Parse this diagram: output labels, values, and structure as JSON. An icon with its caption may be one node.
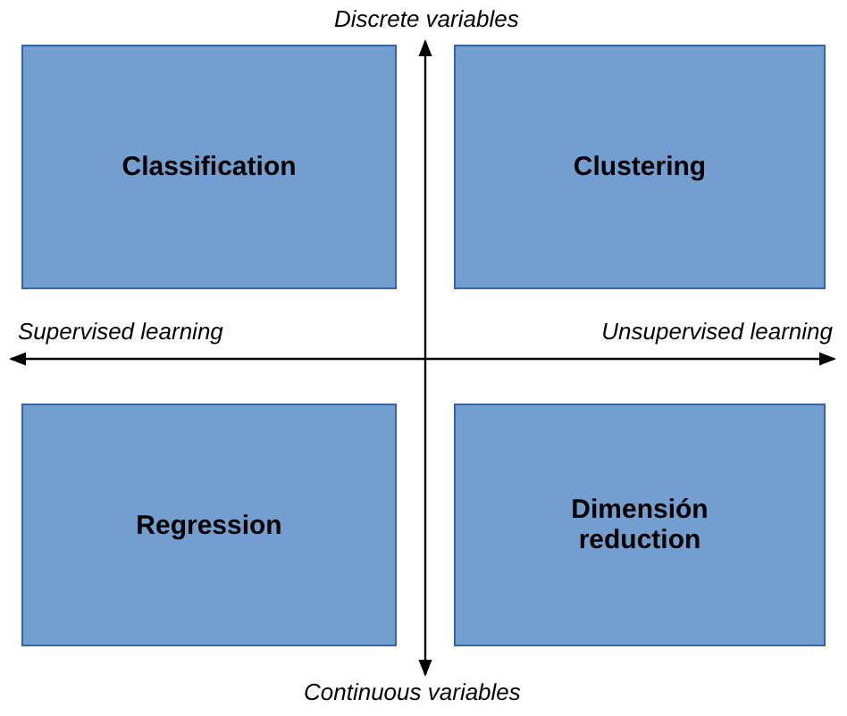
{
  "diagram": {
    "nodes": [
      {
        "text": [
          "Classification"
        ]
      },
      {
        "text": [
          "Clustering"
        ]
      },
      {
        "text": [
          "Regression"
        ]
      },
      {
        "text": [
          "Dimensión reduction"
        ]
      }
    ],
    "labels": [
      "Discrete variables",
      "Supervised learning",
      "Unsupervised learning",
      "Continuous variables"
    ]
  }
}
